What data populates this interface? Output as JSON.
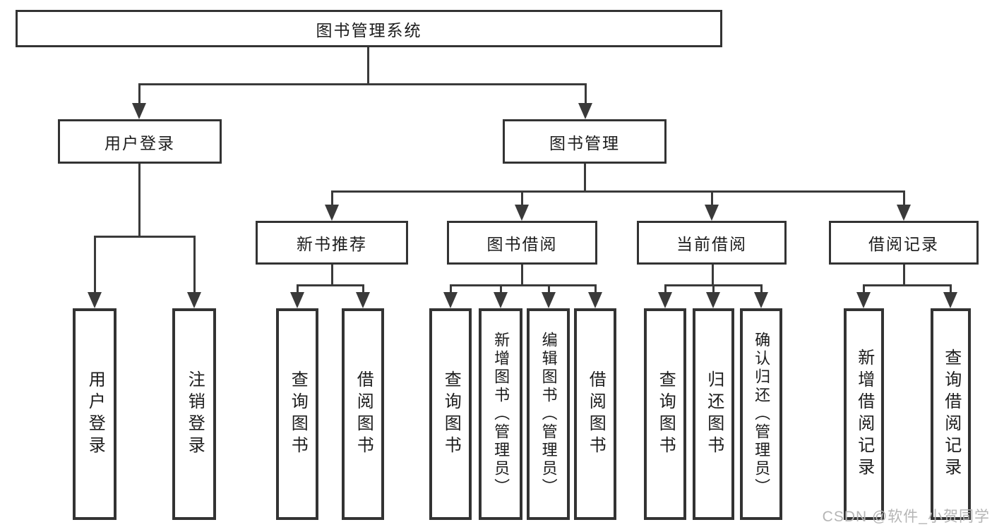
{
  "diagram": {
    "root": "图书管理系统",
    "level1": [
      "用户登录",
      "图书管理"
    ],
    "level2": [
      "新书推荐",
      "图书借阅",
      "当前借阅",
      "借阅记录"
    ],
    "leaves": {
      "user": [
        "用户登录",
        "注销登录"
      ],
      "recommend": [
        "查询图书",
        "借阅图书"
      ],
      "borrow": [
        "查询图书",
        "新增图书（管理员）",
        "编辑图书（管理员）",
        "借阅图书"
      ],
      "current": [
        "查询图书",
        "归还图书",
        "确认归还（管理员）"
      ],
      "records": [
        "新增借阅记录",
        "查询借阅记录"
      ]
    }
  },
  "watermark": "CSDN @软件_小贺同学",
  "colors": {
    "background": "#ffffff",
    "line": "#3a3a3a",
    "box_border": "#333333",
    "text": "#1c1c1c",
    "watermark": "#b5b5b5"
  }
}
